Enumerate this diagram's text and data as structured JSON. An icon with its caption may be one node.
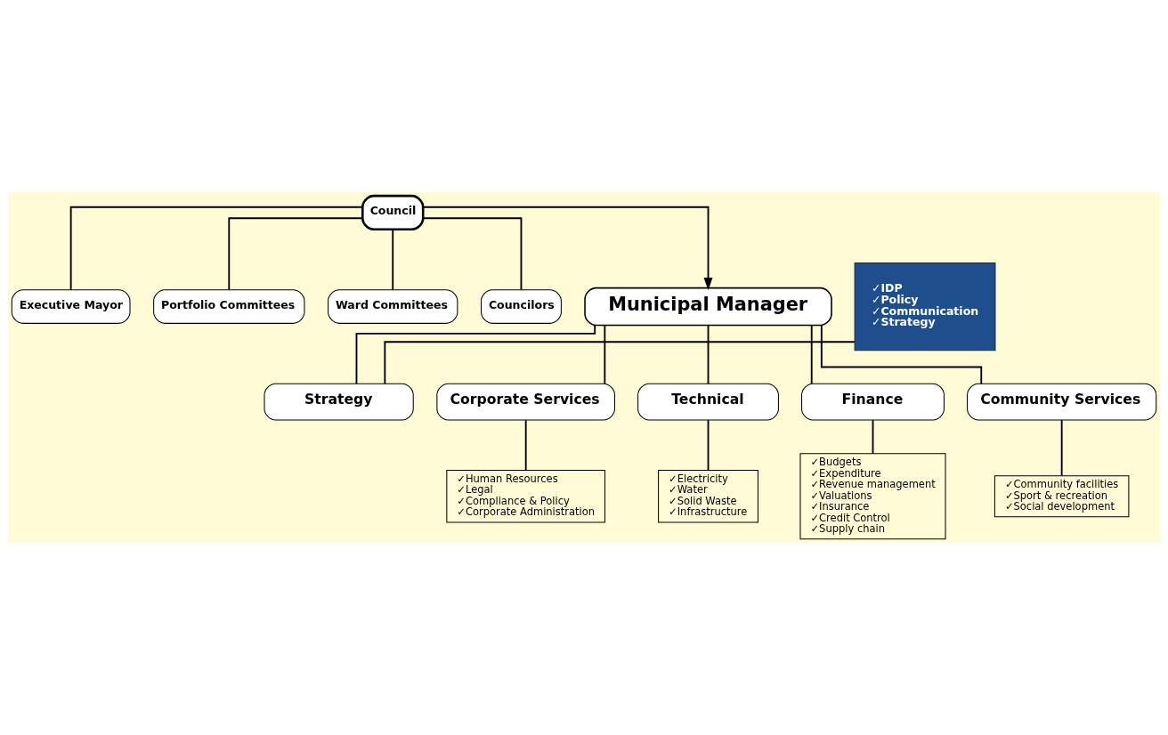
{
  "diagram": {
    "nodes": [
      {
        "text": [
          "Council"
        ]
      },
      {
        "text": [
          "Executive Mayor"
        ]
      },
      {
        "text": [
          "Portfolio Committees"
        ]
      },
      {
        "text": [
          "Ward Committees"
        ]
      },
      {
        "text": [
          "Councilors"
        ]
      },
      {
        "text": [
          "✓IDP",
          "✓Policy",
          "✓Communication",
          "✓Strategy"
        ]
      },
      {
        "text": [
          "Municipal Manager"
        ]
      },
      {
        "text": [
          "Strategy"
        ]
      },
      {
        "text": [
          "Corporate Services"
        ]
      },
      {
        "text": [
          "Technical"
        ]
      },
      {
        "text": [
          "Finance"
        ]
      },
      {
        "text": [
          "Community Services"
        ]
      },
      {
        "text": [
          "✓Human Resources",
          "✓Legal",
          "✓Compliance & Policy",
          "✓Corporate Administration"
        ]
      },
      {
        "text": [
          "✓Electricity",
          "✓Water",
          "✓Solid Waste",
          "✓Infrastructure"
        ]
      },
      {
        "text": [
          "✓Budgets",
          "✓Expenditure",
          "✓Revenue management",
          "✓Valuations",
          "✓Insurance",
          "✓Credit Control",
          "✓Supply chain"
        ]
      },
      {
        "text": [
          "✓Community facilities",
          "✓Sport & recreation",
          "✓Social development"
        ]
      }
    ],
    "edges": [
      {
        "from": 0,
        "to": 6,
        "arrow": "to"
      },
      {
        "from": 0,
        "to": 1,
        "arrow": "none"
      },
      {
        "from": 0,
        "to": 2,
        "arrow": "none"
      },
      {
        "from": 0,
        "to": 3,
        "arrow": "none"
      },
      {
        "from": 0,
        "to": 4,
        "arrow": "none"
      },
      {
        "from": 7,
        "to": 5,
        "arrow": "none"
      },
      {
        "from": 6,
        "to": 7,
        "arrow": "none"
      },
      {
        "from": 6,
        "to": 8,
        "arrow": "none"
      },
      {
        "from": 6,
        "to": 9,
        "arrow": "none"
      },
      {
        "from": 6,
        "to": 10,
        "arrow": "none"
      },
      {
        "from": 6,
        "to": 11,
        "arrow": "none"
      },
      {
        "from": 8,
        "to": 12,
        "arrow": "none"
      },
      {
        "from": 9,
        "to": 13,
        "arrow": "none"
      },
      {
        "from": 10,
        "to": 14,
        "arrow": "none"
      },
      {
        "from": 11,
        "to": 15,
        "arrow": "none"
      }
    ]
  }
}
